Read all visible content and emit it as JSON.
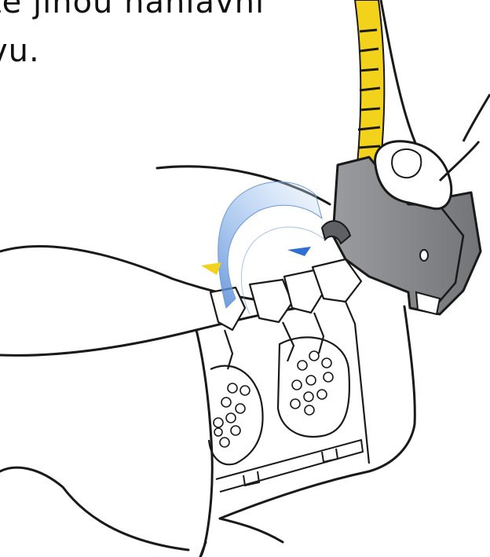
{
  "caption": {
    "line1": "te jinou náhlavní",
    "line2": "vu."
  },
  "illustration": {
    "subject": "headset-band-attach",
    "colors": {
      "outline": "#1a1a1a",
      "clip_gray": "#8a8c8f",
      "clip_gray_dark": "#5f6063",
      "band_yellow": "#f2d21b",
      "arrow_blue": "#5b8fd6",
      "marker_yellow": "#f3d21c",
      "marker_blue": "#2f6fd1",
      "device_fill": "#ffffff"
    }
  }
}
